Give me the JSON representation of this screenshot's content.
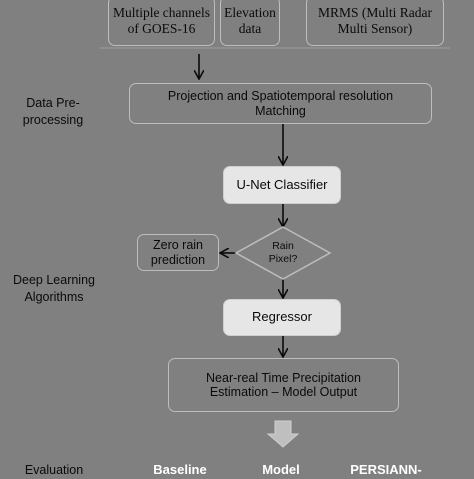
{
  "inputs": {
    "goes": "Multiple channels of GOES-16",
    "elevation": "Elevation data",
    "mrms": "MRMS (Multi Radar Multi Sensor)"
  },
  "stages": {
    "preprocessing": "Data Pre-processing",
    "deep_learning": "Deep Learning Algorithms",
    "evaluation": "Evaluation"
  },
  "steps": {
    "projection": "Projection and Spatiotemporal resolution Matching",
    "unet": "U-Net Classifier",
    "decision": "Rain Pixel?",
    "zero_rain": "Zero rain prediction",
    "regressor": "Regressor",
    "output": "Near-real Time Precipitation Estimation – Model Output"
  },
  "evaluation_columns": [
    "Baseline",
    "Model",
    "PERSIANN-"
  ],
  "colors": {
    "background": "#808080",
    "box_border": "#bdbdbd",
    "highlight_box": "#e6e6e6",
    "arrow": "#0a0a0a",
    "big_arrow": "#bfbfbf",
    "eval_text": "#ffffff"
  }
}
